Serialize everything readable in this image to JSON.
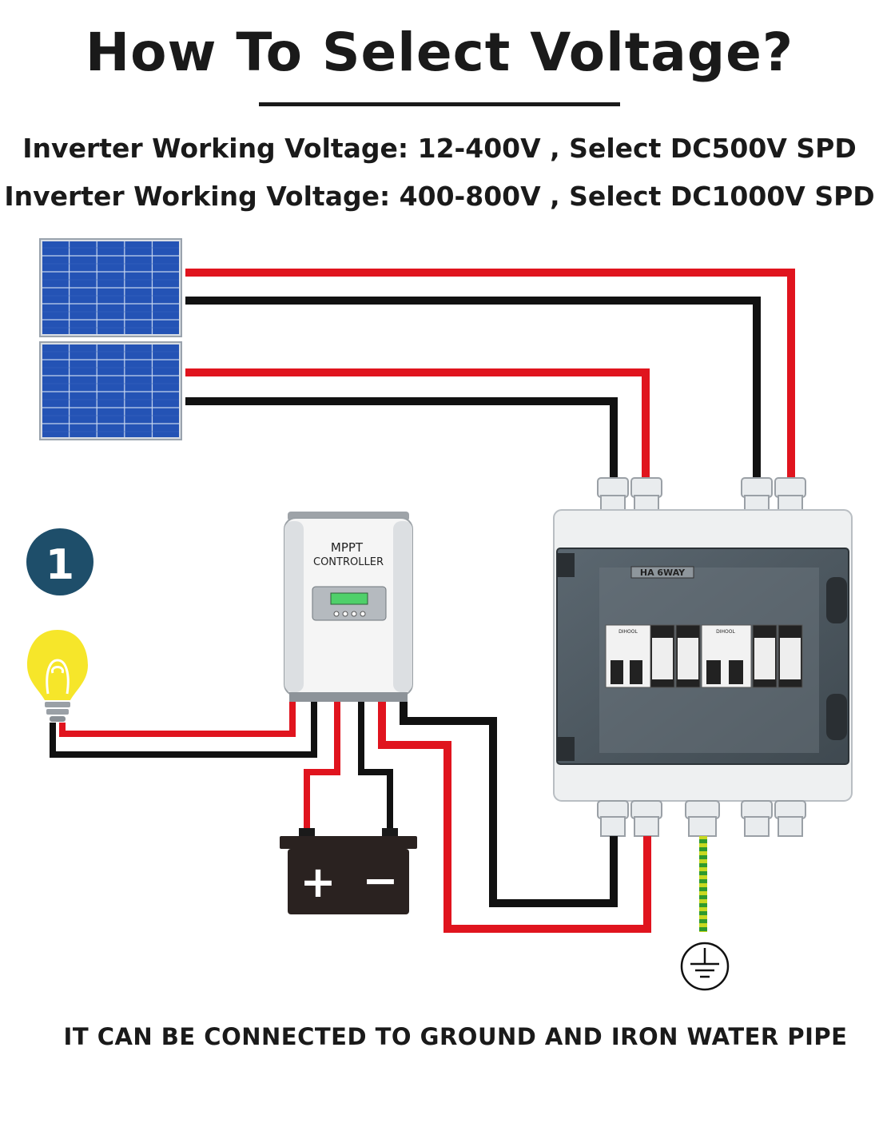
{
  "header": {
    "title": "How To Select Voltage?",
    "line1": "Inverter Working Voltage: 12-400V , Select DC500V SPD",
    "line2": "Inverter Working Voltage: 400-800V , Select DC1000V SPD"
  },
  "step_badge": "1",
  "controller": {
    "label_line1": "MPPT",
    "label_line2": "CONTROLLER"
  },
  "combiner_box": {
    "panel_label": "HA 6WAY",
    "brand": "DIHOOL"
  },
  "battery": {
    "plus": "+",
    "minus": "−"
  },
  "footer": "IT CAN BE CONNECTED TO GROUND AND IRON WATER PIPE",
  "colors": {
    "wire_positive": "#e0141e",
    "wire_negative": "#111111",
    "wire_ground": "#c8d820",
    "badge": "#1e4e6a",
    "solar_cell": "#1f4fae"
  }
}
